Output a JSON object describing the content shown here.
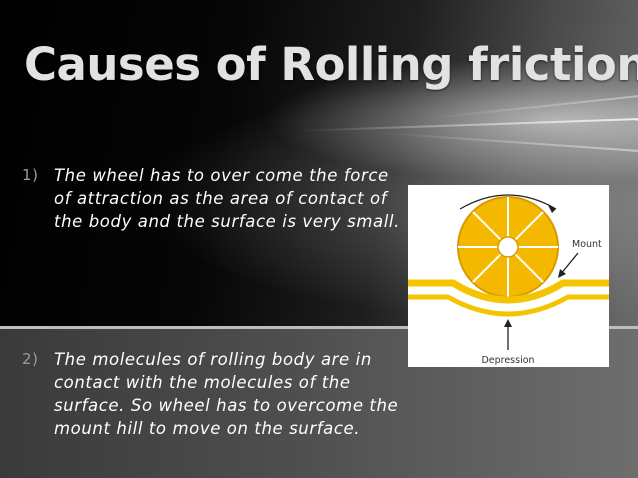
{
  "slide": {
    "title": "Causes of Rolling friction",
    "points": [
      {
        "number": "1)",
        "text": "The wheel has to over come the force of attraction as the area of contact of the body and the surface is very small."
      },
      {
        "number": "2)",
        "text": "The molecules of rolling body are in contact with the molecules of the surface. So wheel has to overcome the mount hill to move on the surface."
      }
    ]
  },
  "diagram": {
    "mount_label": "Mount",
    "depression_label": "Depression",
    "colors": {
      "wheel": "#f5b800",
      "wheel_stroke": "#d99a00",
      "spokes": "#ffffff",
      "surface": "#f5c400",
      "arrow": "#222222"
    }
  }
}
